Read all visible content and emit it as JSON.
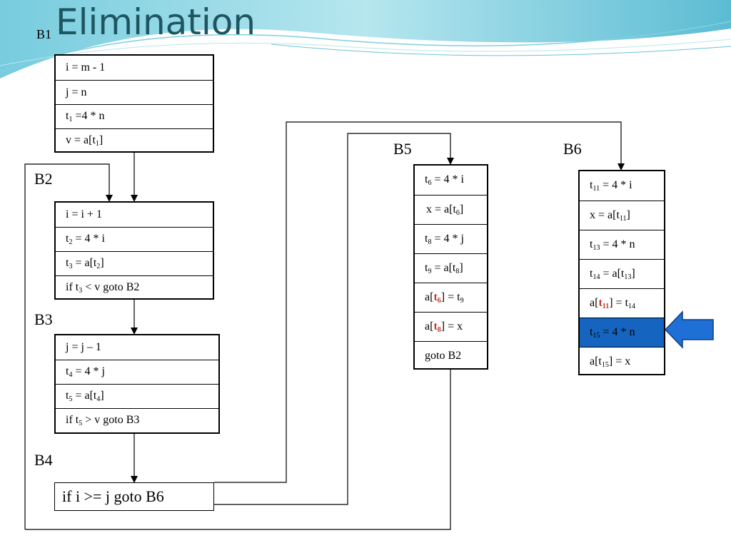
{
  "slide": {
    "title_prefix": "B1",
    "title": "Elimination"
  },
  "labels": {
    "b2": "B2",
    "b3": "B3",
    "b4": "B4",
    "b5": "B5",
    "b6": "B6"
  },
  "blocks": {
    "b1": [
      "i = m - 1",
      "j = n",
      "t1 =4 *  n",
      "v = a[t1]"
    ],
    "b2": [
      "i = i  + 1",
      "t2 = 4 * i",
      "t3 = a[t2]",
      "if t3 < v goto B2"
    ],
    "b3": [
      "j = j – 1",
      "t4 = 4 *  j",
      "t5 = a[t4]",
      "if t5 > v goto B3"
    ],
    "b4": "if i >= j goto B6",
    "b5": [
      "t6  = 4 * i",
      "x = a[t6]",
      "t8 = 4 * j",
      "t9 = a[t8]",
      "a[t6] = t9",
      "a[t8] = x",
      "goto B2"
    ],
    "b6": [
      "t11 = 4 * i",
      "x = a[t11]",
      "t13 = 4 * n",
      "t14 = a[t13]",
      "a[t11] = t14",
      "t15 = 4 * n",
      "a[t15] = x"
    ]
  },
  "highlight": {
    "color": "#1565c0",
    "row": "t15 = 4 * n"
  },
  "emphasis_color": "#c0392b",
  "pointer_arrow_color": "#1e6fd6"
}
